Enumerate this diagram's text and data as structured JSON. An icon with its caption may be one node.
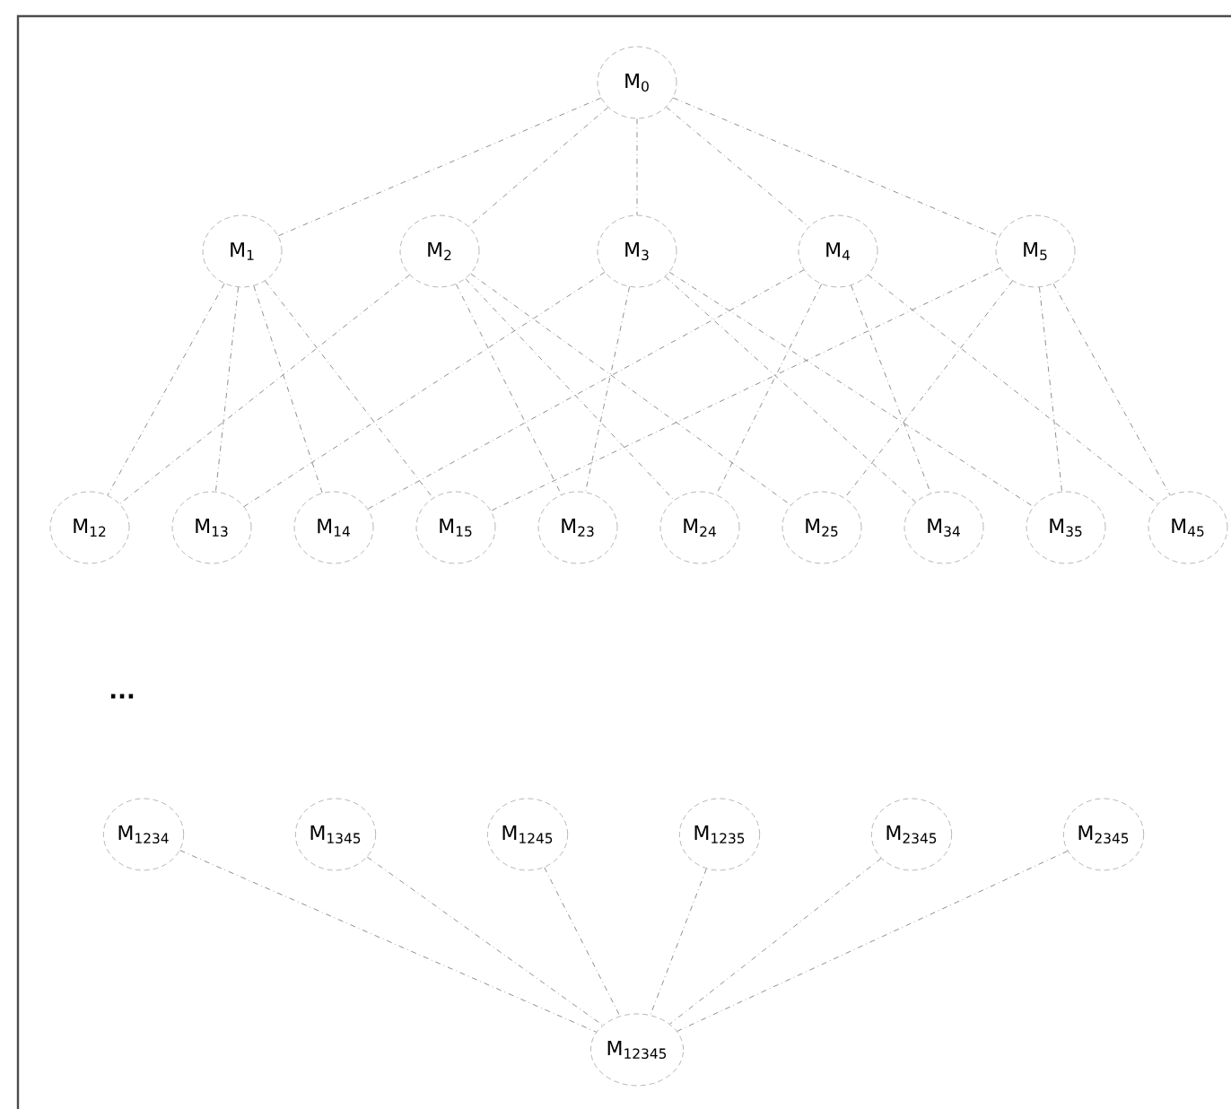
{
  "diagram": {
    "nodes": [
      {
        "text": [
          "M$_{0}$"
        ]
      },
      {
        "text": [
          "M$_{1}$"
        ]
      },
      {
        "text": [
          "M$_{2}$"
        ]
      },
      {
        "text": [
          "M$_{3}$"
        ]
      },
      {
        "text": [
          "M$_{4}$"
        ]
      },
      {
        "text": [
          "M$_{5}$"
        ]
      },
      {
        "text": [
          "M$_{12}$"
        ]
      },
      {
        "text": [
          "M$_{13}$"
        ]
      },
      {
        "text": [
          "M$_{14}$"
        ]
      },
      {
        "text": [
          "M$_{15}$"
        ]
      },
      {
        "text": [
          "M$_{23}$"
        ]
      },
      {
        "text": [
          "M$_{24}$"
        ]
      },
      {
        "text": [
          "M$_{25}$"
        ]
      },
      {
        "text": [
          "M$_{34}$"
        ]
      },
      {
        "text": [
          "M$_{35}$"
        ]
      },
      {
        "text": [
          "M$_{45}$"
        ]
      },
      {
        "text": [
          "M$_{1234}$"
        ]
      },
      {
        "text": [
          "M$_{1345}$"
        ]
      },
      {
        "text": [
          "M$_{1245}$"
        ]
      },
      {
        "text": [
          "M$_{1235}$"
        ]
      },
      {
        "text": [
          "M$_{2345}$"
        ]
      },
      {
        "text": [
          "M$_{2345}$"
        ]
      },
      {
        "text": [
          "M$_{12345}$"
        ]
      }
    ],
    "edges": [
      {
        "from": 0,
        "to": 1,
        "arrow": "none"
      },
      {
        "from": 0,
        "to": 2,
        "arrow": "none"
      },
      {
        "from": 0,
        "to": 3,
        "arrow": "none"
      },
      {
        "from": 0,
        "to": 4,
        "arrow": "none"
      },
      {
        "from": 0,
        "to": 5,
        "arrow": "none"
      },
      {
        "from": 1,
        "to": 6,
        "arrow": "none"
      },
      {
        "from": 2,
        "to": 6,
        "arrow": "none"
      },
      {
        "from": 1,
        "to": 7,
        "arrow": "none"
      },
      {
        "from": 3,
        "to": 7,
        "arrow": "none"
      },
      {
        "from": 1,
        "to": 8,
        "arrow": "none"
      },
      {
        "from": 4,
        "to": 8,
        "arrow": "none"
      },
      {
        "from": 1,
        "to": 9,
        "arrow": "none"
      },
      {
        "from": 5,
        "to": 9,
        "arrow": "none"
      },
      {
        "from": 2,
        "to": 10,
        "arrow": "none"
      },
      {
        "from": 3,
        "to": 10,
        "arrow": "none"
      },
      {
        "from": 2,
        "to": 11,
        "arrow": "none"
      },
      {
        "from": 4,
        "to": 11,
        "arrow": "none"
      },
      {
        "from": 2,
        "to": 12,
        "arrow": "none"
      },
      {
        "from": 5,
        "to": 12,
        "arrow": "none"
      },
      {
        "from": 3,
        "to": 13,
        "arrow": "none"
      },
      {
        "from": 4,
        "to": 13,
        "arrow": "none"
      },
      {
        "from": 3,
        "to": 14,
        "arrow": "none"
      },
      {
        "from": 5,
        "to": 14,
        "arrow": "none"
      },
      {
        "from": 4,
        "to": 15,
        "arrow": "none"
      },
      {
        "from": 5,
        "to": 15,
        "arrow": "none"
      },
      {
        "from": 16,
        "to": 22,
        "arrow": "none"
      },
      {
        "from": 17,
        "to": 22,
        "arrow": "none"
      },
      {
        "from": 18,
        "to": 22,
        "arrow": "none"
      },
      {
        "from": 19,
        "to": 22,
        "arrow": "none"
      },
      {
        "from": 20,
        "to": 22,
        "arrow": "none"
      },
      {
        "from": 21,
        "to": 22,
        "arrow": "none"
      }
    ],
    "labels": [
      "..."
    ]
  }
}
